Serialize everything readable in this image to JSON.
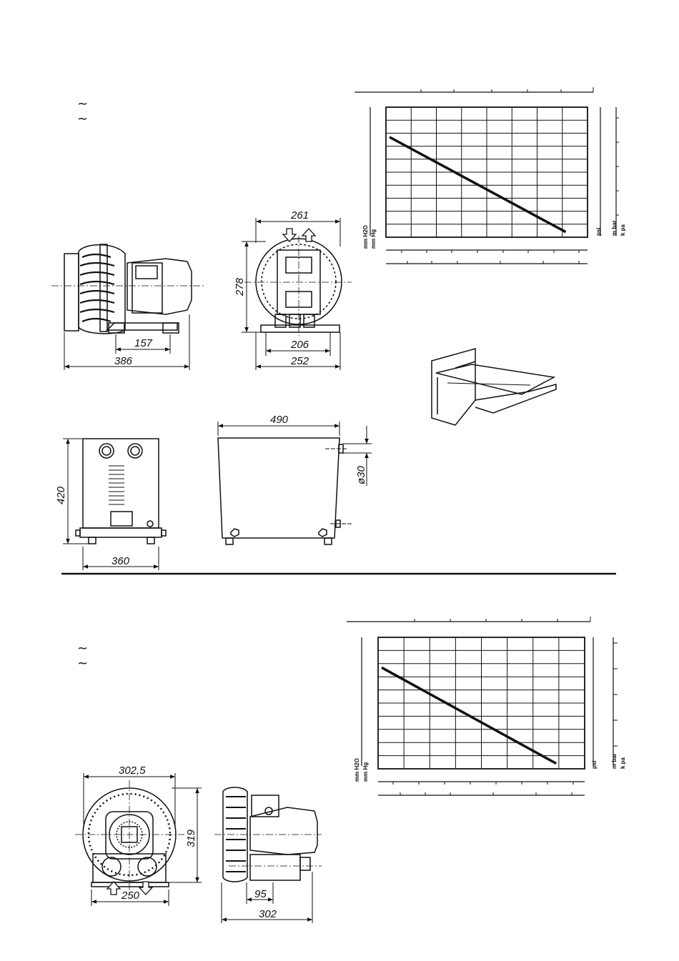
{
  "section1": {
    "ac_symbols": [
      "~",
      "~"
    ],
    "chart_units": {
      "left_top": "mm H2O",
      "left_bottom": "mm Hg",
      "right_psi": "psi",
      "right_mbar": "m bar",
      "right_kpa": "k pa"
    },
    "dimensions": {
      "side_length": "386",
      "side_foot": "157",
      "front_width_top": "261",
      "front_height": "278",
      "front_base_inner": "206",
      "front_base_outer": "252",
      "cabinet_height": "420",
      "cabinet_width": "360",
      "cabinet_depth": "490",
      "port_diameter": "ø30"
    }
  },
  "section2": {
    "ac_symbols": [
      "~",
      "~"
    ],
    "chart_units": {
      "left_top": "mm H2O",
      "left_bottom": "mm Hg",
      "right_psi": "psi",
      "right_mbar": "m bar",
      "right_kpa": "k pa"
    },
    "dimensions": {
      "front_width": "302,5",
      "front_height": "319",
      "front_base": "250",
      "side_foot": "95",
      "side_length": "302"
    }
  },
  "colors": {
    "ink": "#111111",
    "paper": "#ffffff"
  },
  "chart_data": [
    {
      "type": "line",
      "title": "",
      "xlabel": "",
      "ylabel": "",
      "grid": true,
      "series": [
        {
          "x": [
            0.0,
            0.89
          ],
          "y": [
            0.77,
            0.04
          ]
        }
      ]
    },
    {
      "type": "line",
      "title": "",
      "xlabel": "",
      "ylabel": "",
      "grid": true,
      "series": [
        {
          "x": [
            0.0,
            0.86
          ],
          "y": [
            0.77,
            0.04
          ]
        }
      ]
    }
  ]
}
